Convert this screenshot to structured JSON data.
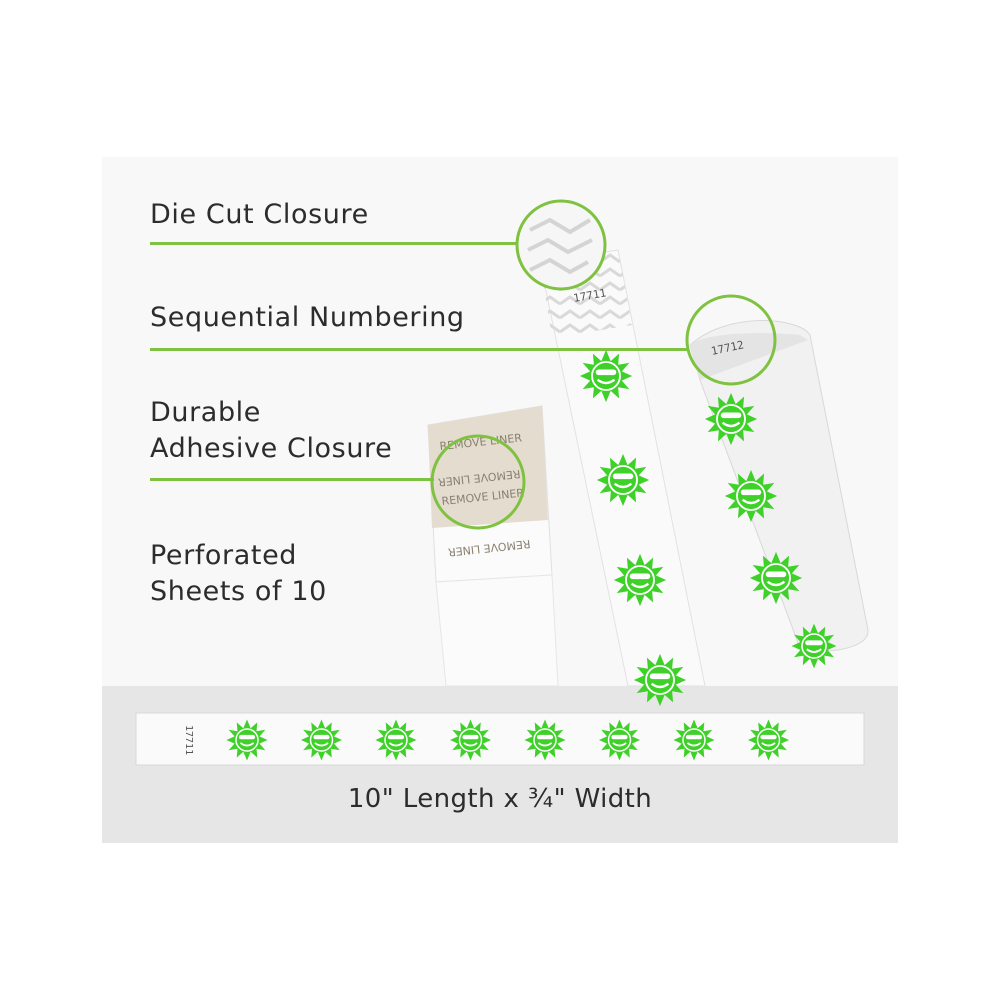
{
  "features": [
    {
      "lines": [
        "Die Cut Closure"
      ]
    },
    {
      "lines": [
        "Sequential Numbering"
      ]
    },
    {
      "lines": [
        "Durable",
        "Adhesive Closure"
      ]
    },
    {
      "lines": [
        "Perforated",
        "Sheets of 10"
      ]
    }
  ],
  "size_caption": "10\" Length x ¾\" Width",
  "band_numbers": {
    "strip": "17711",
    "loop": "17712",
    "flat": "17711"
  },
  "liner_text": "REMOVE LINER",
  "colors": {
    "accent_green": "#7fc241",
    "print_green": "#3fd12a",
    "text": "#2c2c2c"
  },
  "flat_band_suns": 8,
  "icons": [
    "sun-sunglasses-icon"
  ]
}
